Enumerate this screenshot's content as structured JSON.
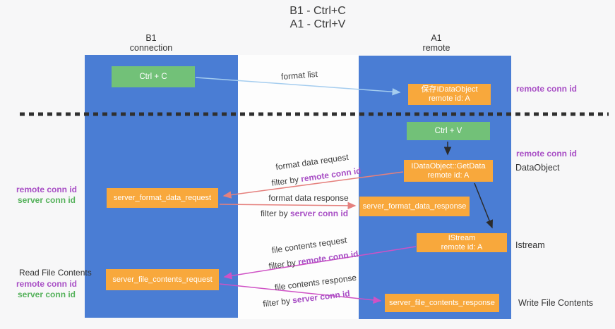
{
  "title": {
    "line1": "B1 - Ctrl+C",
    "line2": "A1 - Ctrl+V"
  },
  "columns": {
    "left": {
      "header_line1": "B1",
      "header_line2": "connection"
    },
    "right": {
      "header_line1": "A1",
      "header_line2": "remote"
    }
  },
  "boxes": {
    "ctrl_c": {
      "label": "Ctrl + C"
    },
    "save_idataobject": {
      "line1": "保存IDataObject",
      "line2": "remote id: A"
    },
    "ctrl_v": {
      "label": "Ctrl + V"
    },
    "getdata": {
      "line1": "IDataObject::GetData",
      "line2": "remote id: A"
    },
    "format_request": {
      "label": "server_format_data_request"
    },
    "format_response": {
      "label": "server_format_data_response"
    },
    "istream": {
      "line1": "IStream",
      "line2": "remote id: A"
    },
    "file_request": {
      "label": "server_file_contents_request"
    },
    "file_response": {
      "label": "server_file_contents_response"
    }
  },
  "flow_labels": {
    "format_list": "format list",
    "format_data_request": "format data request",
    "format_data_response": "format data response",
    "file_contents_request": "file contents request",
    "file_contents_response": "file contents response",
    "filter_prefix": "filter by ",
    "remote_conn_id": "remote conn id",
    "server_conn_id": "server conn id"
  },
  "side_labels": {
    "left": {
      "remote_conn_id": "remote conn id",
      "server_conn_id": "server conn id",
      "read_file_contents": "Read File Contents"
    },
    "right": {
      "remote_conn_id_top": "remote conn id",
      "remote_conn_id_mid": "remote conn id",
      "dataobject": "DataObject",
      "istream": "Istream",
      "write_file_contents": "Write File Contents"
    }
  },
  "colors": {
    "column_blue": "#4a7dd4",
    "box_green": "#72c178",
    "box_orange": "#f8a83c",
    "arrow_light_blue": "#a5cdef",
    "arrow_salmon": "#e5807d",
    "arrow_magenta": "#cf52c5",
    "arrow_black": "#2b2b2b",
    "text_purple": "#a84fc5",
    "text_green": "#56b25c"
  }
}
